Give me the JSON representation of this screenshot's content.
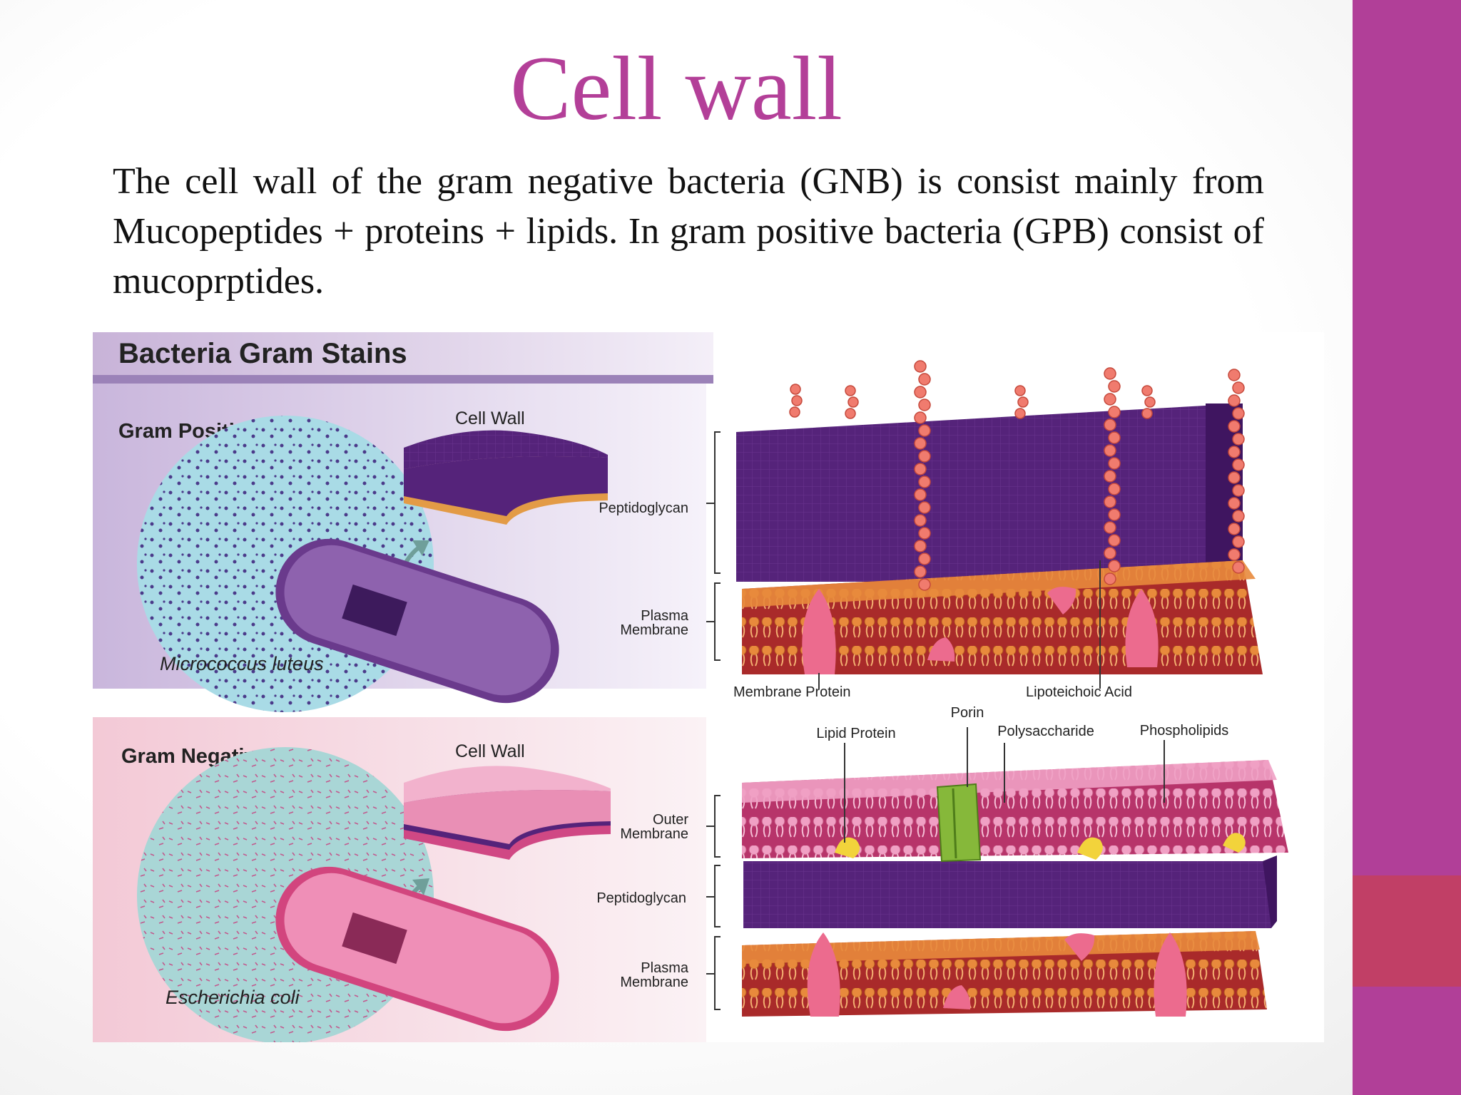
{
  "slide": {
    "title": "Cell wall",
    "body": "The cell wall of the gram negative bacteria (GNB) is consist mainly from Mucopeptides + proteins + lipids. In gram positive bacteria (GPB) consist of mucoprptides."
  },
  "diagram": {
    "heading": "Bacteria Gram Stains",
    "positive": {
      "title": "Gram Positive",
      "cell_wall": "Cell Wall",
      "organism": "Micrococcus luteus",
      "labels": {
        "peptidoglycan": "Peptidoglycan",
        "plasma_line1": "Plasma",
        "plasma_line2": "Membrane",
        "membrane_protein": "Membrane Protein",
        "lipoteichoic": "Lipoteichoic Acid"
      }
    },
    "negative": {
      "title": "Gram Negative",
      "cell_wall": "Cell Wall",
      "organism": "Escherichia coli",
      "labels": {
        "porin": "Porin",
        "lipid_protein": "Lipid Protein",
        "polysaccharide": "Polysaccharide",
        "phospholipids": "Phospholipids",
        "outer_line1": "Outer",
        "outer_line2": "Membrane",
        "peptidoglycan": "Peptidoglycan",
        "plasma_line1": "Plasma",
        "plasma_line2": "Membrane"
      }
    }
  },
  "colors": {
    "accent": "#b13f98",
    "accent_secondary": "#c13f66",
    "peptidoglycan": "#55237a",
    "membrane": "#e07a3a",
    "outer_membrane": "#e889b4"
  }
}
